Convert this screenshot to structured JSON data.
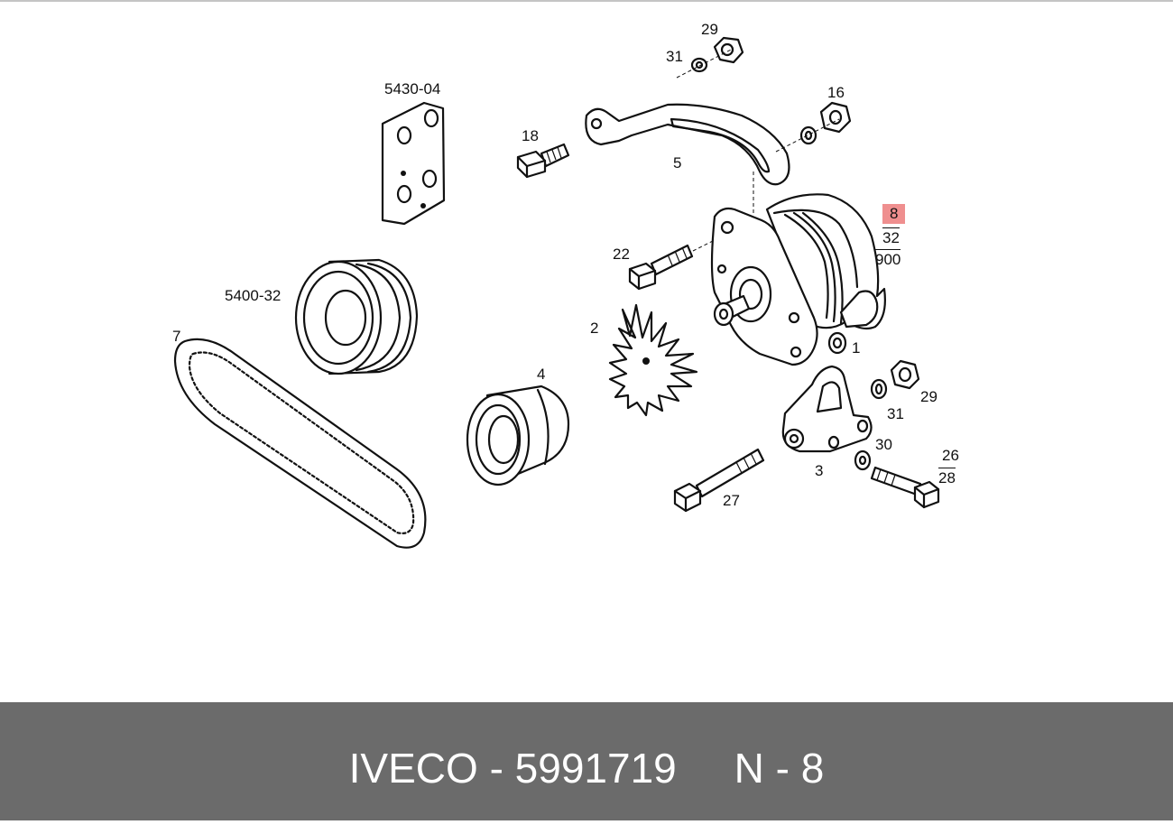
{
  "labels": {
    "bracket_5430": "5430-04",
    "pulley_5400": "5400-32",
    "belt": "7",
    "pulley_4": "4",
    "fan": "2",
    "bolt_18": "18",
    "bracket_5": "5",
    "washer_31_top": "31",
    "nut_29_top": "29",
    "nut_16": "16",
    "bolt_22": "22",
    "alt_8": "8",
    "alt_32": "32",
    "alt_900": "900",
    "spacer_1": "1",
    "nut_29_bottom": "29",
    "washer_31_bottom": "31",
    "washer_30": "30",
    "mount_3": "3",
    "bolt_27": "27",
    "bolt_26": "26",
    "bolt_28": "28"
  },
  "highlight_color": "#ef8f8f",
  "footer": {
    "caption": "IVECO - 5991719     N - 8",
    "background": "#6b6b6b",
    "text_color": "#ffffff"
  }
}
